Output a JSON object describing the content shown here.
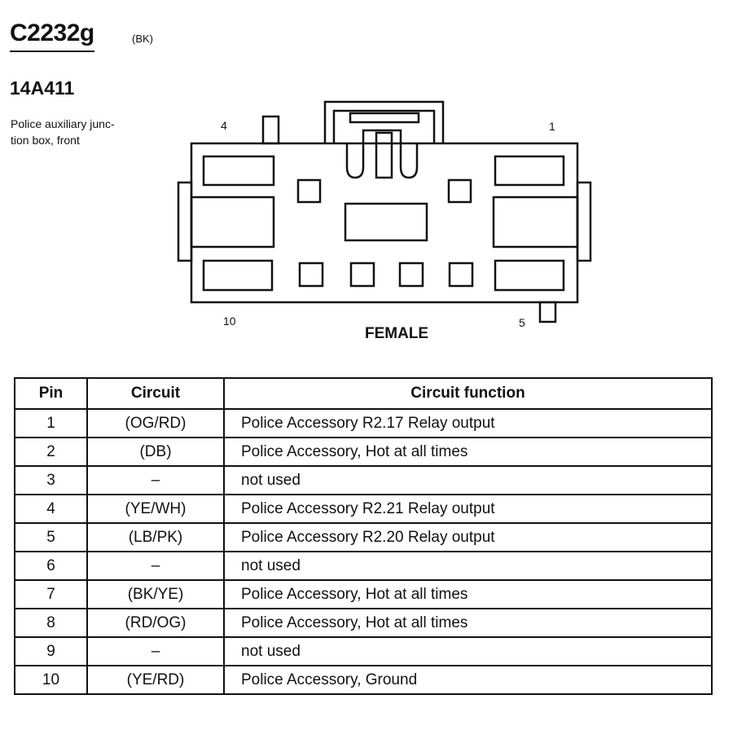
{
  "header": {
    "connector_id": "C2232g",
    "color_code": "(BK)",
    "part_number": "14A411",
    "description_line1": "Police auxiliary junc-",
    "description_line2": "tion box, front"
  },
  "connector_view": {
    "pin_label_top_left": "4",
    "pin_label_top_right": "1",
    "pin_label_bottom_left": "10",
    "pin_label_bottom_right": "5",
    "gender_label": "FEMALE"
  },
  "table": {
    "headers": {
      "pin": "Pin",
      "circuit": "Circuit",
      "function": "Circuit function"
    },
    "rows": [
      {
        "pin": "1",
        "circuit": "(OG/RD)",
        "function": "Police Accessory R2.17 Relay output"
      },
      {
        "pin": "2",
        "circuit": "(DB)",
        "function": "Police Accessory, Hot at all times"
      },
      {
        "pin": "3",
        "circuit": "–",
        "function": "not used"
      },
      {
        "pin": "4",
        "circuit": "(YE/WH)",
        "function": "Police Accessory R2.21 Relay output"
      },
      {
        "pin": "5",
        "circuit": "(LB/PK)",
        "function": "Police Accessory R2.20 Relay output"
      },
      {
        "pin": "6",
        "circuit": "–",
        "function": "not used"
      },
      {
        "pin": "7",
        "circuit": "(BK/YE)",
        "function": "Police Accessory, Hot at all times"
      },
      {
        "pin": "8",
        "circuit": "(RD/OG)",
        "function": "Police Accessory, Hot at all times"
      },
      {
        "pin": "9",
        "circuit": "–",
        "function": "not used"
      },
      {
        "pin": "10",
        "circuit": "(YE/RD)",
        "function": "Police Accessory, Ground"
      }
    ]
  }
}
